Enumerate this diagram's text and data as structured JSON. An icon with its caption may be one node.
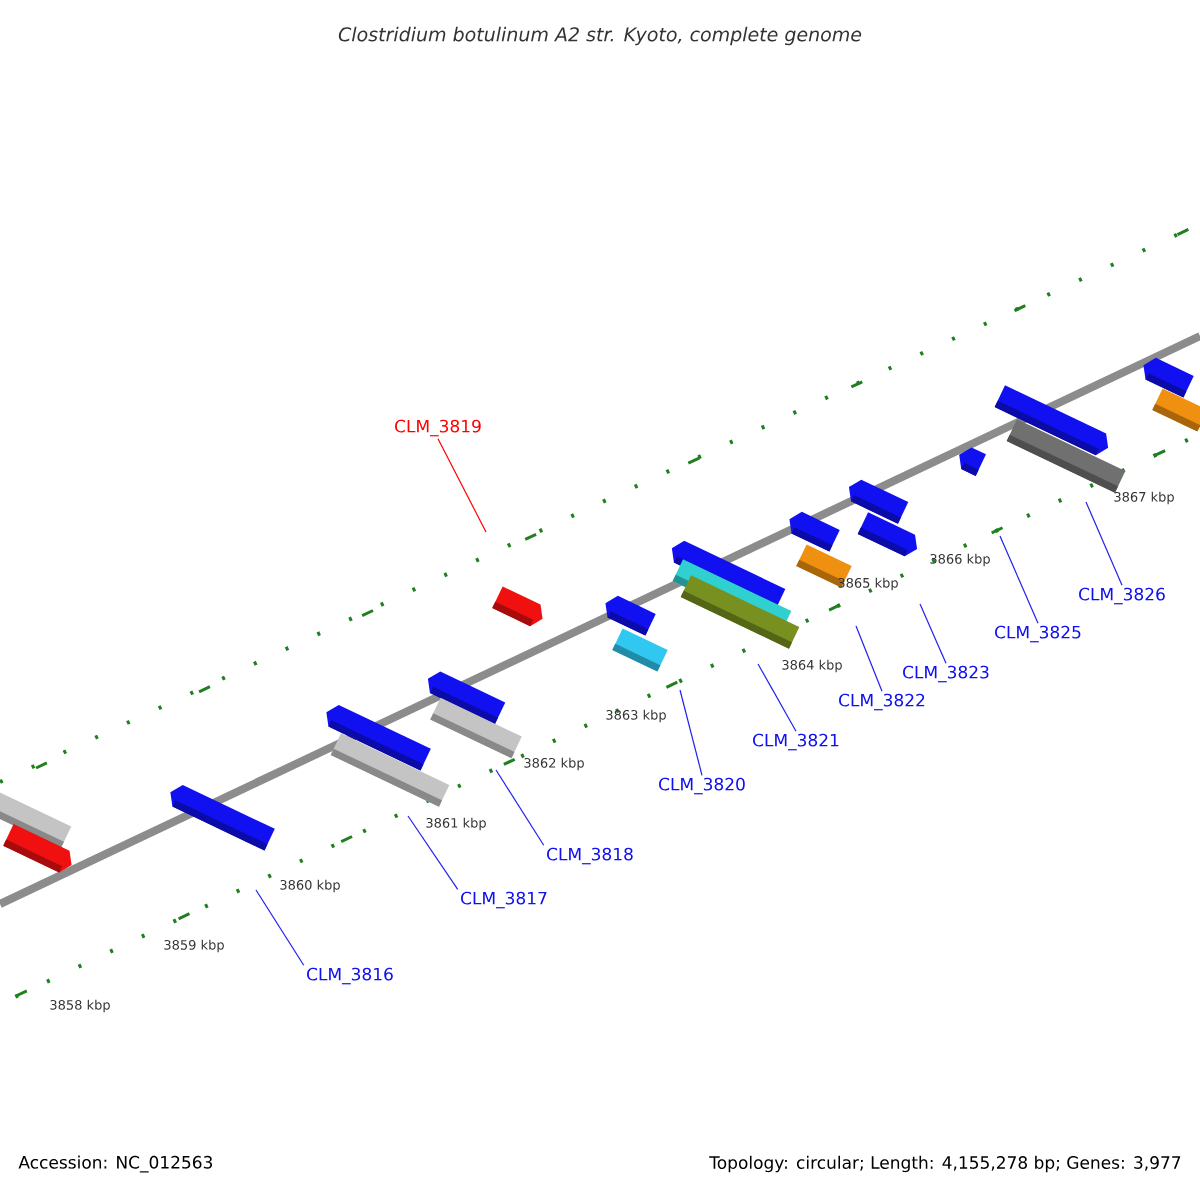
{
  "diagram": {
    "title": "Clostridium botulinum A2 str. Kyoto, complete genome",
    "nodes": [
      {
        "text": [
          "CLM_3819"
        ]
      },
      {
        "text": [
          "CLM_3816"
        ]
      },
      {
        "text": [
          "CLM_3817"
        ]
      },
      {
        "text": [
          "CLM_3818"
        ]
      },
      {
        "text": [
          "CLM_3820"
        ]
      },
      {
        "text": [
          "CLM_3821"
        ]
      },
      {
        "text": [
          "CLM_3822"
        ]
      },
      {
        "text": [
          "CLM_3823"
        ]
      },
      {
        "text": [
          "CLM_3825"
        ]
      },
      {
        "text": [
          "CLM_3826"
        ]
      }
    ],
    "edges": [
      {
        "from": 0,
        "to": null,
        "arrow": "none",
        "color": "#ff0000"
      },
      {
        "from": 1,
        "to": null,
        "arrow": "none"
      },
      {
        "from": 2,
        "to": null,
        "arrow": "none"
      },
      {
        "from": 3,
        "to": null,
        "arrow": "none"
      },
      {
        "from": 4,
        "to": null,
        "arrow": "none"
      },
      {
        "from": 5,
        "to": null,
        "arrow": "none"
      },
      {
        "from": 6,
        "to": null,
        "arrow": "none"
      },
      {
        "from": 7,
        "to": null,
        "arrow": "none"
      },
      {
        "from": 8,
        "to": null,
        "arrow": "none"
      },
      {
        "from": 9,
        "to": null,
        "arrow": "none"
      }
    ],
    "labels": [
      "3858 kbp",
      "3859 kbp",
      "3860 kbp",
      "3861 kbp",
      "3862 kbp",
      "3863 kbp",
      "3864 kbp",
      "3865 kbp",
      "3866 kbp",
      "3867 kbp",
      "Accession: NC_012563",
      "Topology: circular; Length: 4,155,278 bp; Genes: 3,977"
    ]
  }
}
